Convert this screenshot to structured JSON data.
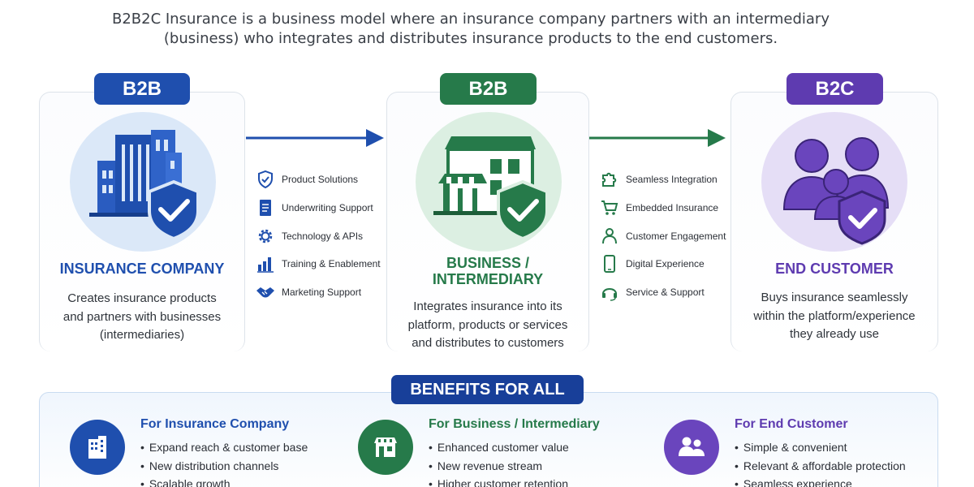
{
  "intro": {
    "line1": "B2B2C Insurance is a business model where an insurance company partners with an intermediary",
    "line2": "(business) who integrates and distributes insurance products to the end customers."
  },
  "colors": {
    "blue": "#1f4fae",
    "green": "#267a4a",
    "purple": "#5e3bb0",
    "navy": "#183f99"
  },
  "columns": [
    {
      "badge": "B2B",
      "icon": "building-shield-icon",
      "title_lines": [
        "INSURANCE COMPANY"
      ],
      "desc_lines": [
        "Creates insurance products",
        "and partners with businesses",
        "(intermediaries)"
      ]
    },
    {
      "badge": "B2B",
      "icon": "storefront-shield-icon",
      "title_lines": [
        "BUSINESS /",
        "INTERMEDIARY"
      ],
      "desc_lines": [
        "Integrates insurance into its",
        "platform, products or services",
        "and distributes to customers"
      ]
    },
    {
      "badge": "B2C",
      "icon": "family-shield-icon",
      "title_lines": [
        "END CUSTOMER"
      ],
      "desc_lines": [
        "Buys insurance seamlessly",
        "within the platform/experience",
        "they already use"
      ]
    }
  ],
  "services_b2b": [
    {
      "icon": "shield-check-icon",
      "label": "Product Solutions"
    },
    {
      "icon": "document-icon",
      "label": "Underwriting Support"
    },
    {
      "icon": "gear-icon",
      "label": "Technology & APIs"
    },
    {
      "icon": "bar-chart-icon",
      "label": "Training & Enablement"
    },
    {
      "icon": "handshake-icon",
      "label": "Marketing Support"
    }
  ],
  "services_b2c": [
    {
      "icon": "puzzle-icon",
      "label": "Seamless Integration"
    },
    {
      "icon": "cart-icon",
      "label": "Embedded Insurance"
    },
    {
      "icon": "users-icon",
      "label": "Customer Engagement"
    },
    {
      "icon": "phone-icon",
      "label": "Digital Experience"
    },
    {
      "icon": "headset-icon",
      "label": "Service & Support"
    }
  ],
  "benefits": {
    "heading": "BENEFITS FOR ALL",
    "groups": [
      {
        "icon": "building-icon",
        "title": "For Insurance Company",
        "items": [
          "Expand reach & customer base",
          "New distribution channels",
          "Scalable growth"
        ]
      },
      {
        "icon": "store-icon",
        "title": "For Business / Intermediary",
        "items": [
          "Enhanced customer value",
          "New revenue stream",
          "Higher customer retention"
        ]
      },
      {
        "icon": "people-icon",
        "title": "For End Customer",
        "items": [
          "Simple & convenient",
          "Relevant & affordable protection",
          "Seamless experience"
        ]
      }
    ]
  }
}
